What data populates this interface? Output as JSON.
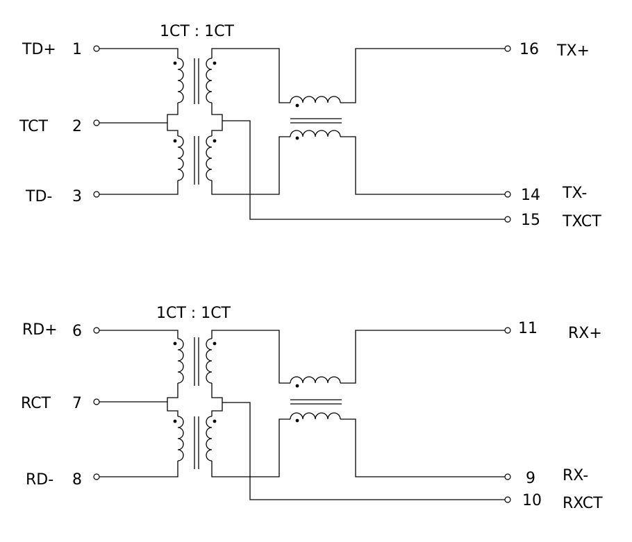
{
  "circuits": [
    {
      "ratio": "1CT : 1CT",
      "left_pins": [
        {
          "name": "TD+",
          "num": "1"
        },
        {
          "name": "TCT",
          "num": "2"
        },
        {
          "name": "TD-",
          "num": "3"
        }
      ],
      "right_pins": [
        {
          "num": "16",
          "name": "TX+"
        },
        {
          "num": "14",
          "name": "TX-"
        },
        {
          "num": "15",
          "name": "TXCT"
        }
      ]
    },
    {
      "ratio": "1CT : 1CT",
      "left_pins": [
        {
          "name": "RD+",
          "num": "6"
        },
        {
          "name": "RCT",
          "num": "7"
        },
        {
          "name": "RD-",
          "num": "8"
        }
      ],
      "right_pins": [
        {
          "num": "11",
          "name": "RX+"
        },
        {
          "num": "9",
          "name": "RX-"
        },
        {
          "num": "10",
          "name": "RXCT"
        }
      ]
    }
  ]
}
